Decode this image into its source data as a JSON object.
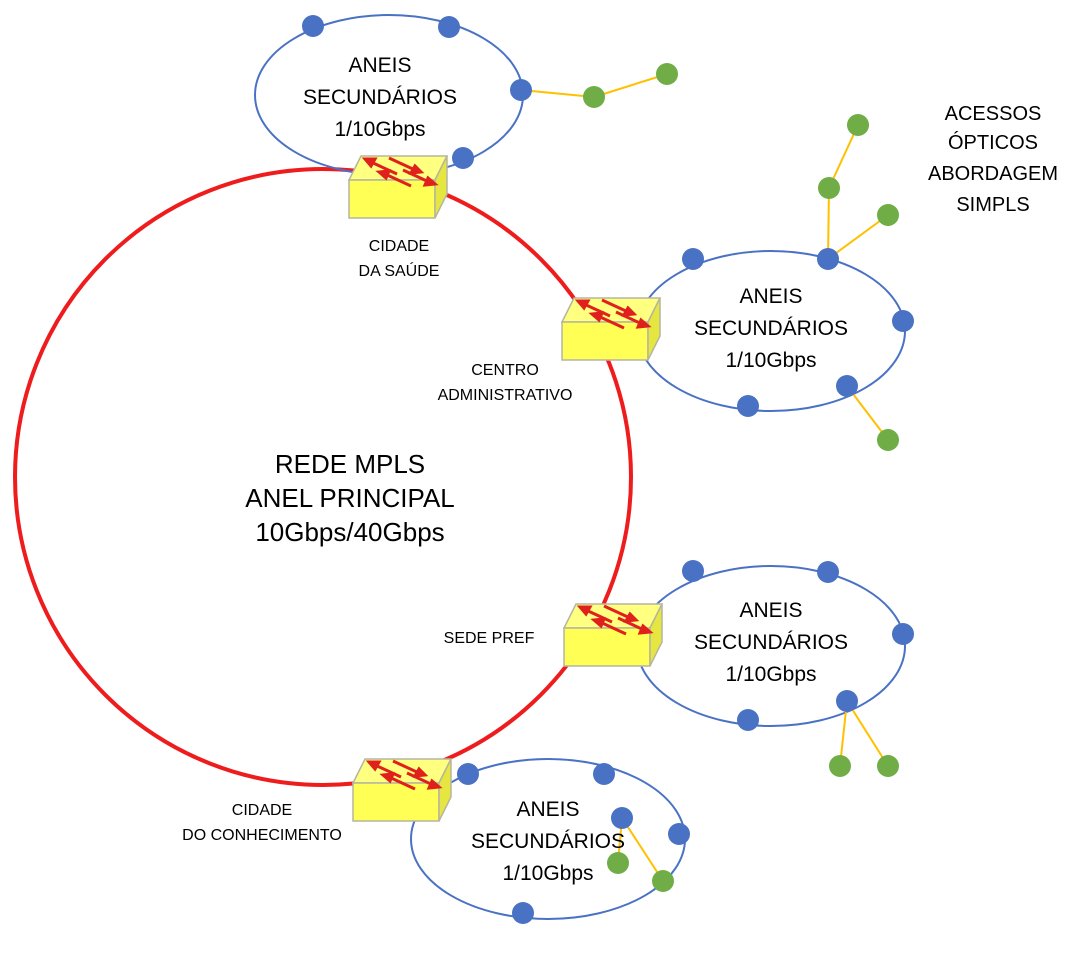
{
  "main_ring": {
    "line1": "REDE MPLS",
    "line2": "ANEL PRINCIPAL",
    "line3": "10Gbps/40Gbps",
    "color": "#ee1c1c"
  },
  "secondary_rings": [
    {
      "line1": "ANEIS",
      "line2": "SECUNDÁRIOS",
      "line3": "1/10Gbps"
    },
    {
      "line1": "ANEIS",
      "line2": "SECUNDÁRIOS",
      "line3": "1/10Gbps"
    },
    {
      "line1": "ANEIS",
      "line2": "SECUNDÁRIOS",
      "line3": "1/10Gbps"
    },
    {
      "line1": "ANEIS",
      "line2": "SECUNDÁRIOS",
      "line3": "1/10Gbps"
    }
  ],
  "sites": {
    "cidade_saude": {
      "line1": "CIDADE",
      "line2": "DA SAÚDE"
    },
    "centro_adm": {
      "line1": "CENTRO",
      "line2": "ADMINISTRATIVO"
    },
    "sede_pref": {
      "line1": "SEDE PREF"
    },
    "cidade_conhecimento": {
      "line1": "CIDADE",
      "line2": "DO CONHECIMENTO"
    }
  },
  "access_label": {
    "line1": "ACESSOS",
    "line2": "ÓPTICOS",
    "line3": "ABORDAGEM",
    "line4": "SIMPLS"
  },
  "colors": {
    "secondary_ring": "#4a72c4",
    "node_blue": "#4a72c4",
    "node_green": "#70ad47",
    "access_link": "#ffc000",
    "switch_fill": "#ffff66",
    "arrow": "#e0201c"
  }
}
